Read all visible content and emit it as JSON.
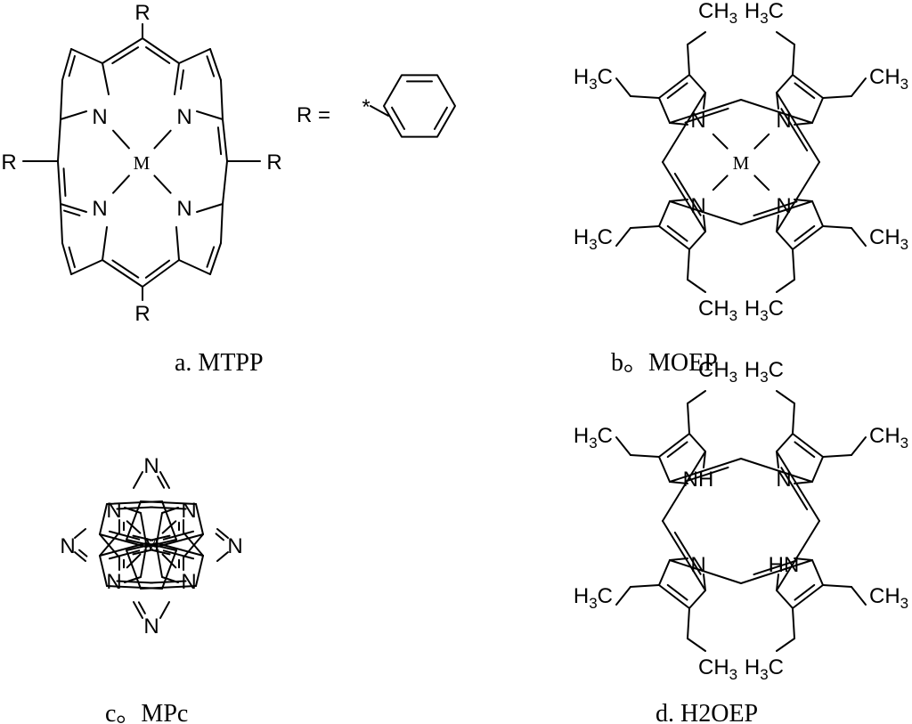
{
  "captions": {
    "a": "a. MTPP",
    "b": "b。MOEP",
    "c": "c。MPc",
    "d": "d. H2OEP"
  },
  "labels": {
    "R": "R",
    "R_eq": "R =",
    "star": "*",
    "N": "N",
    "NH": "NH",
    "HN": "HN",
    "M": "M",
    "C": "C",
    "H": "H",
    "CH": "CH",
    "sub3": "3"
  },
  "colors": {
    "ink": "#000000",
    "background": "#ffffff"
  }
}
